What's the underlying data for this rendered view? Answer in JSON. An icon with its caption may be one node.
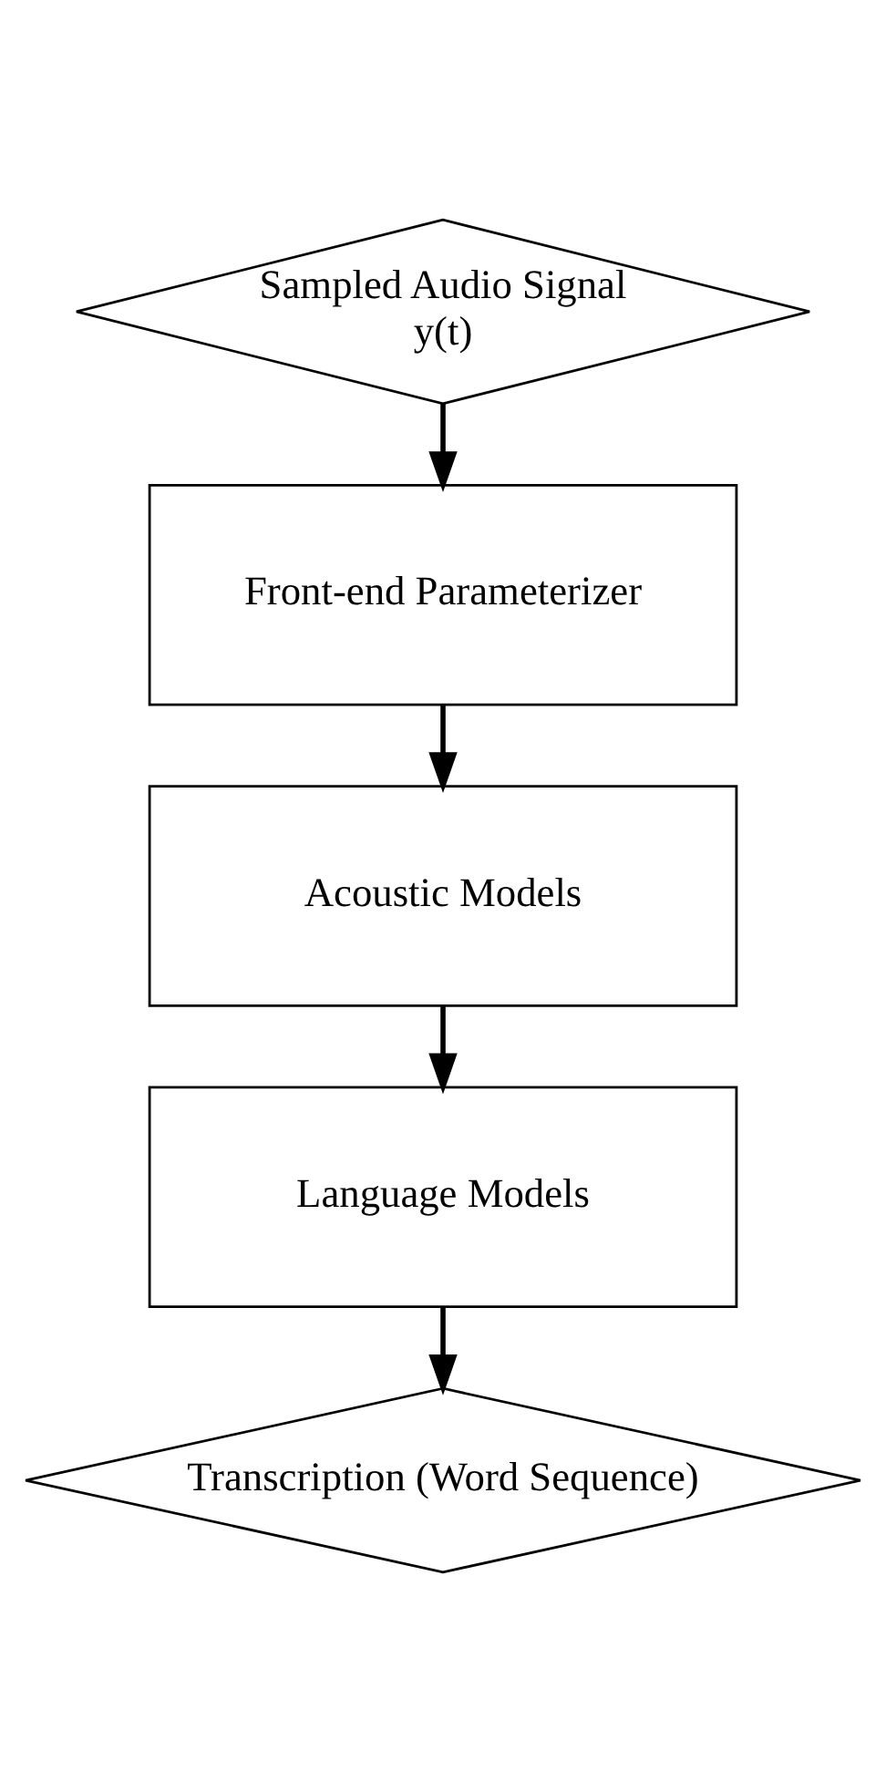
{
  "diagram": {
    "nodes": [
      {
        "text": [
          "Sampled Audio Signal",
          "y(t)"
        ]
      },
      {
        "text": [
          "Front-end Parameterizer"
        ]
      },
      {
        "text": [
          "Acoustic Models"
        ]
      },
      {
        "text": [
          "Language Models"
        ]
      },
      {
        "text": [
          "Transcription (Word Sequence)"
        ]
      }
    ],
    "edges": [
      {
        "from": 0,
        "to": 1,
        "arrow": "to"
      },
      {
        "from": 1,
        "to": 2,
        "arrow": "to"
      },
      {
        "from": 2,
        "to": 3,
        "arrow": "to"
      },
      {
        "from": 3,
        "to": 4,
        "arrow": "to"
      }
    ]
  }
}
